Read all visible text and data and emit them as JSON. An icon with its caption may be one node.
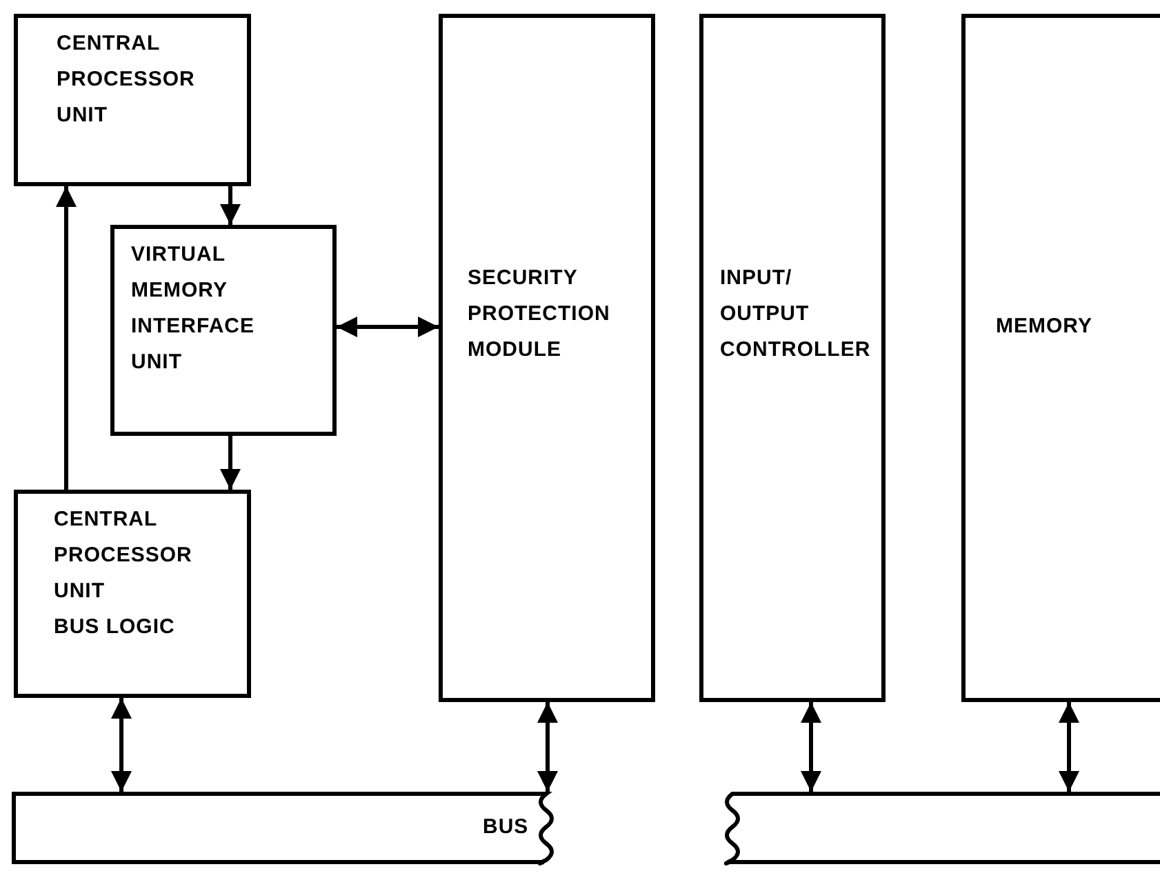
{
  "diagram": {
    "nodes": [
      {
        "text": [
          "CENTRAL PROCESSOR UNIT"
        ]
      },
      {
        "text": [
          "VIRTUAL MEMORY INTERFACE UNIT"
        ]
      },
      {
        "text": [
          "CENTRAL PROCESSOR UNIT",
          "BUS LOGIC"
        ]
      },
      {
        "text": [
          "SECURITY PROTECTION MODULE"
        ]
      },
      {
        "text": [
          "INPUT/ OUTPUT CONTROLLER"
        ]
      },
      {
        "text": [
          "MEMORY"
        ]
      },
      {
        "text": [
          "BUS"
        ]
      },
      {
        "text": [],
        "shape": "bar"
      }
    ],
    "edges": [
      {
        "from": 0,
        "to": 1,
        "arrow": "to"
      },
      {
        "from": 1,
        "to": 2,
        "arrow": "to"
      },
      {
        "from": 2,
        "to": 0,
        "arrow": "to"
      },
      {
        "from": 1,
        "to": 3,
        "arrow": "both"
      },
      {
        "from": 2,
        "to": 6,
        "arrow": "both"
      },
      {
        "from": 3,
        "to": 6,
        "arrow": "both"
      },
      {
        "from": 4,
        "to": 7,
        "arrow": "both"
      },
      {
        "from": 5,
        "to": 7,
        "arrow": "both"
      }
    ]
  }
}
